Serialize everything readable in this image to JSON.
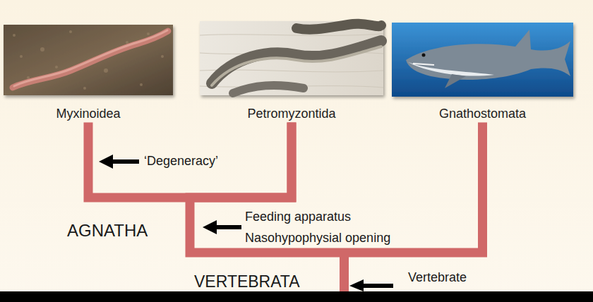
{
  "diagram": {
    "nodes": [
      {
        "text": [
          "Myxinoidea"
        ]
      },
      {
        "text": [
          "Petromyzontida"
        ]
      },
      {
        "text": [
          "Gnathostomata"
        ]
      }
    ],
    "edges": [
      {
        "from": 0,
        "to": 1,
        "arrow": "none"
      },
      {
        "from": 1,
        "to": 2,
        "arrow": "none"
      }
    ],
    "labels": [
      "‘Degeneracy’",
      "Feeding apparatus",
      "Nasohypophysial opening",
      "AGNATHA",
      "VERTEBRATA",
      "Vertebrate"
    ]
  }
}
